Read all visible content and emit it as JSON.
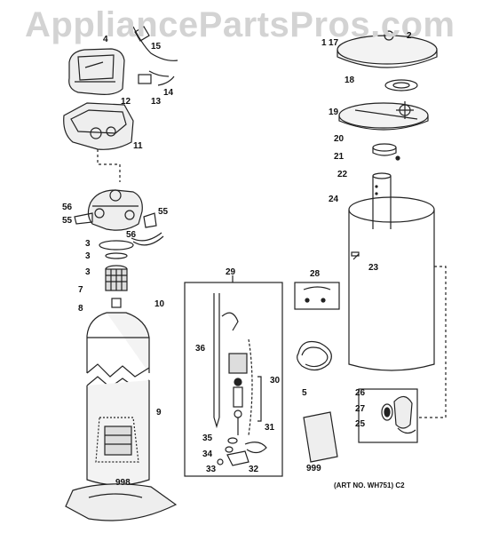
{
  "watermark": "AppliancePartsPros.com",
  "art_number": "(ART NO. WH751) C2",
  "callouts": {
    "c1": "1",
    "c2": "2",
    "c3a": "3",
    "c3b": "3",
    "c3c": "3",
    "c4": "4",
    "c5": "5",
    "c7": "7",
    "c8": "8",
    "c9": "9",
    "c10": "10",
    "c11": "11",
    "c12": "12",
    "c13": "13",
    "c14": "14",
    "c15": "15",
    "c17": "17",
    "c18": "18",
    "c19": "19",
    "c20": "20",
    "c21": "21",
    "c22": "22",
    "c23": "23",
    "c24": "24",
    "c25": "25",
    "c26": "26",
    "c27": "27",
    "c28": "28",
    "c29": "29",
    "c30": "30",
    "c31": "31",
    "c32": "32",
    "c33": "33",
    "c34": "34",
    "c35": "35",
    "c36": "36",
    "c55a": "55",
    "c55b": "55",
    "c56a": "56",
    "c56b": "56",
    "c998": "998",
    "c999": "999"
  }
}
